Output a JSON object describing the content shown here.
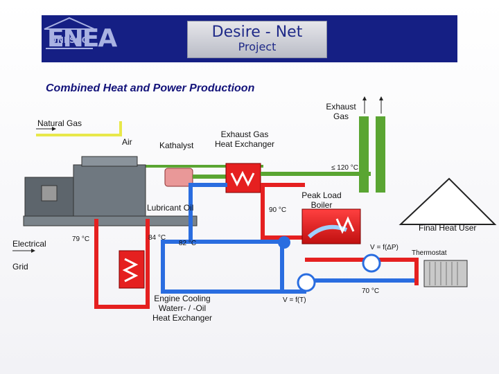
{
  "banner": {
    "logo_left": "ENEA",
    "title": "Desire - Net",
    "subtitle": "Project",
    "logo_right": "UNESCO"
  },
  "diagram": {
    "title": "Combined Heat and Power Productioon",
    "labels": {
      "natural_gas": "Natural Gas",
      "air": "Air",
      "kathalyst": "Kathalyst",
      "exhaust_hx_1": "Exhaust Gas",
      "exhaust_hx_2": "Heat Exchanger",
      "exhaust_gas_1": "Exhaust",
      "exhaust_gas_2": "Gas",
      "temp_120": "≤ 120 °C",
      "peak_boiler_1": "Peak Load",
      "peak_boiler_2": "Boiler",
      "lubricant_oil": "Lubricant Oil",
      "temp_90": "90 °C",
      "final_user": "Final Heat User",
      "electrical": "Electrical",
      "grid": "Grid",
      "temp_79": "79 °C",
      "temp_84": "84 °C",
      "temp_82": "82 °C",
      "v_dp": "V = f(ΔP)",
      "thermostat": "Thermostat",
      "temp_70": "70 °C",
      "v_t": "V = f(T)",
      "cooling_hx_1": "Engine Cooling",
      "cooling_hx_2": "Waterr- / -Oil",
      "cooling_hx_3": "Heat Exchanger"
    }
  },
  "colors": {
    "banner": "#151f84",
    "gas": "#e8e84a",
    "exhaust": "#5aa532",
    "hot": "#e52020",
    "cold": "#2a6de0",
    "engine": "#6f7880"
  }
}
